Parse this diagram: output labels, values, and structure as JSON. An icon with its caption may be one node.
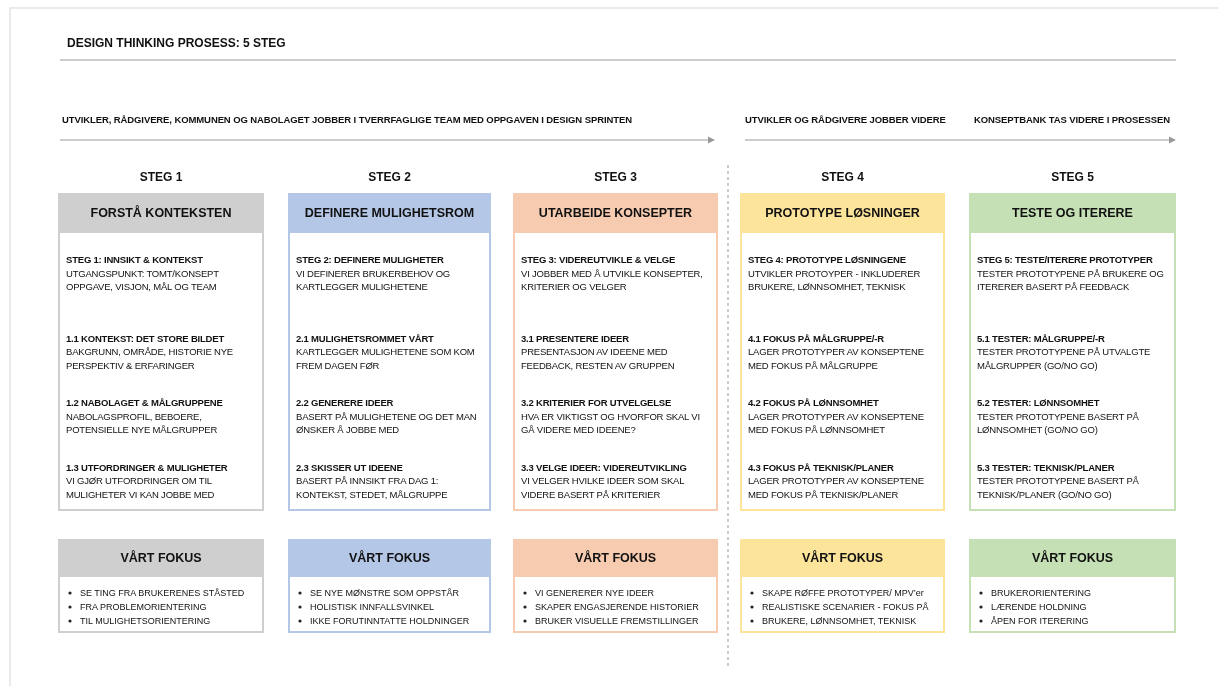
{
  "diagram": {
    "title": "DESIGN THINKING PROSESS: 5 STEG",
    "nodes": [
      {
        "text": [
          "FORSTÅ KONTEKSTEN",
          "STEG 1: INNSIKT & KONTEKST",
          "UTGANGSPUNKT: TOMT/KONSEPT OPPGAVE, VISJON, MÅL OG TEAM",
          "1.1 KONTEKST: DET STORE BILDET",
          "BAKGRUNN, OMRÅDE, HISTORIE NYE PERSPEKTIV & ERFARINGER",
          "1.2 NABOLAGET & MÅLGRUPPENE",
          "NABOLAGSPROFIL, BEBOERE, POTENSIELLE NYE MÅLGRUPPER",
          "1.3 UTFORDRINGER & MULIGHETER",
          "VI GJØR UTFORDRINGER OM TIL MULIGHETER VI KAN JOBBE MED"
        ],
        "beside": [
          "STEG 1"
        ]
      },
      {
        "text": [
          "DEFINERE MULIGHETSROM",
          "STEG 2: DEFINERE MULIGHETER",
          "VI DEFINERER BRUKERBEHOV OG KARTLEGGER MULIGHETENE",
          "2.1 MULIGHETSROMMET VÅRT",
          "KARTLEGGER MULIGHETENE SOM KOM FREM DAGEN FØR",
          "2.2 GENERERE IDEER",
          "BASERT PÅ MULIGHETENE OG DET MAN ØNSKER Å JOBBE MED",
          "2.3 SKISSER UT IDEENE",
          "BASERT PÅ INNSIKT FRA DAG 1: KONTEKST, STEDET, MÅLGRUPPE"
        ],
        "beside": [
          "STEG 2"
        ]
      },
      {
        "text": [
          "UTARBEIDE KONSEPTER",
          "STEG 3: VIDEREUTVIKLE & VELGE",
          "VI JOBBER MED Å UTVIKLE KONSEPTER, KRITERIER OG VELGER",
          "3.1 PRESENTERE IDEER",
          "PRESENTASJON AV IDEENE MED FEEDBACK, RESTEN AV GRUPPEN",
          "3.2 KRITERIER FOR UTVELGELSE",
          "HVA ER VIKTIGST OG HVORFOR SKAL VI GÅ VIDERE MED IDEENE?",
          "3.3 VELGE IDEER: VIDEREUTVIKLING",
          "VI VELGER HVILKE IDEER SOM SKAL VIDERE BASERT PÅ KRITERIER"
        ],
        "beside": [
          "STEG 3"
        ]
      },
      {
        "text": [
          "PROTOTYPE LØSNINGER",
          "STEG 4: PROTOTYPE LØSNINGENE",
          "UTVIKLER PROTOYPER - INKLUDERER BRUKERE, LØNNSOMHET, TEKNISK",
          "4.1 FOKUS PÅ MÅLGRUPPE/-R",
          "LAGER PROTOTYPER AV KONSEPTENE MED FOKUS PÅ MÅLGRUPPE",
          "4.2 FOKUS PÅ LØNNSOMHET",
          "LAGER PROTOTYPER AV KONSEPTENE MED FOKUS PÅ LØNNSOMHET",
          "4.3 FOKUS PÅ TEKNISK/PLANER",
          "LAGER PROTOTYPER AV KONSEPTENE MED FOKUS PÅ TEKNISK/PLANER"
        ],
        "beside": [
          "STEG 4"
        ]
      },
      {
        "text": [
          "TESTE OG ITERERE",
          "STEG 5: TESTE/ITERERE PROTOTYPER",
          "TESTER PROTOTYPENE PÅ BRUKERE OG ITERERER BASERT PÅ FEEDBACK",
          "5.1 TESTER: MÅLGRUPPE/-R",
          "TESTER PROTOTYPENE PÅ UTVALGTE MÅLGRUPPER (GO/NO GO)",
          "5.2 TESTER: LØNNSOMHET",
          "TESTER PROTOTYPENE BASERT PÅ LØNNSOMHET (GO/NO GO)",
          "5.3 TESTER: TEKNISK/PLANER",
          "TESTER PROTOTYPENE BASERT PÅ TEKNISK/PLANER (GO/NO GO)"
        ],
        "beside": [
          "STEG 5"
        ]
      },
      {
        "text": [
          "VÅRT FOKUS",
          "SE TING FRA BRUKERENES STÅSTED",
          "FRA PROBLEMORIENTERING",
          "TIL MULIGHETSORIENTERING"
        ]
      },
      {
        "text": [
          "VÅRT FOKUS",
          "SE NYE MØNSTRE SOM OPPSTÅR",
          "HOLISTISK INNFALLSVINKEL",
          "IKKE FORUTINNTATTE HOLDNINGER"
        ]
      },
      {
        "text": [
          "VÅRT FOKUS",
          "VI GENERERER NYE IDEER",
          "SKAPER ENGASJERENDE HISTORIER",
          "BRUKER VISUELLE FREMSTILLINGER"
        ]
      },
      {
        "text": [
          "VÅRT FOKUS",
          "SKAPE RØFFE PROTOTYPER/ MPV’er",
          "REALISTISKE SCENARIER - FOKUS PÅ",
          "BRUKERE, LØNNSOMHET, TEKNISK"
        ]
      },
      {
        "text": [
          "VÅRT FOKUS",
          "BRUKERORIENTERING",
          "LÆRENDE HOLDNING",
          "ÅPEN FOR ITERERING"
        ]
      }
    ],
    "labels": [
      "UTVIKLER, RÅDGIVERE, KOMMUNEN OG NABOLAGET JOBBER I TVERRFAGLIGE TEAM MED OPPGAVEN I DESIGN SPRINTEN",
      "UTVIKLER OG RÅDGIVERE JOBBER VIDERE",
      "KONSEPTBANK TAS VIDERE I PROSESSEN"
    ]
  }
}
